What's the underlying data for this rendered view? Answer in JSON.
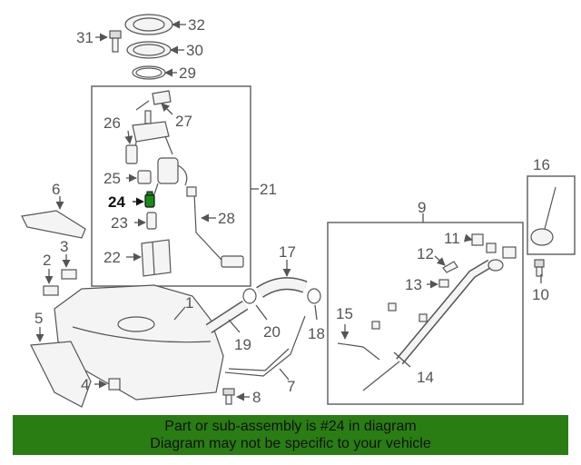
{
  "diagram": {
    "highlight_color": "#1a8a1a",
    "highlighted_part": "24",
    "labels": {
      "p1": "1",
      "p2": "2",
      "p3": "3",
      "p4": "4",
      "p5": "5",
      "p6": "6",
      "p7": "7",
      "p8": "8",
      "p9": "9",
      "p10": "10",
      "p11": "11",
      "p12": "12",
      "p13": "13",
      "p14": "14",
      "p15": "15",
      "p16": "16",
      "p17": "17",
      "p18": "18",
      "p19": "19",
      "p20": "20",
      "p21": "21",
      "p22": "22",
      "p23": "23",
      "p24": "24",
      "p25": "25",
      "p26": "26",
      "p27": "27",
      "p28": "28",
      "p29": "29",
      "p30": "30",
      "p31": "31",
      "p32": "32"
    }
  },
  "banner": {
    "background": "#2a7d13",
    "line1": "Part or sub-assembly is #24 in diagram",
    "line2": "Diagram may not be specific to your vehicle"
  }
}
